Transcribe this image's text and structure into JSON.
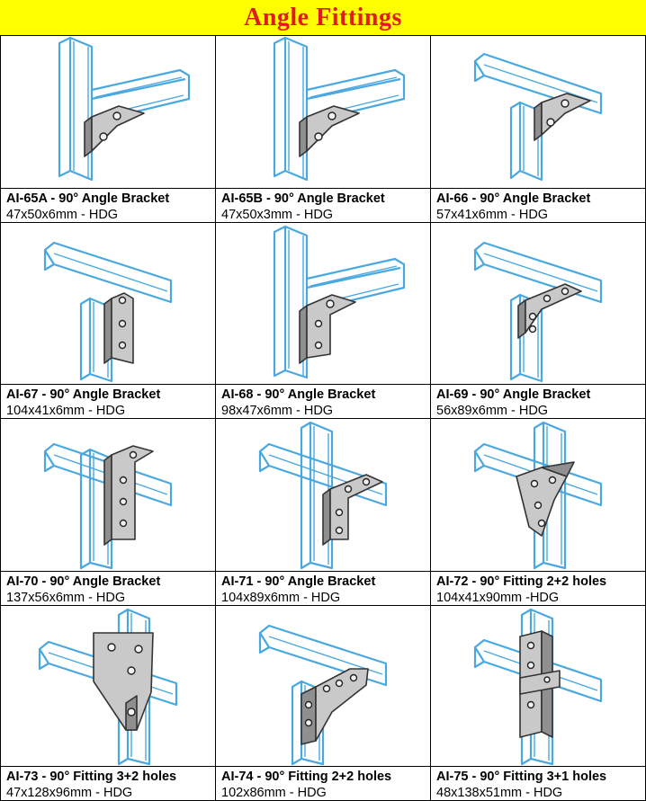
{
  "header": {
    "title": "Angle Fittings"
  },
  "items": [
    {
      "code": "AI-65A - 90° Angle Bracket",
      "size": "47x50x6mm - HDG"
    },
    {
      "code": "AI-65B - 90° Angle Bracket",
      "size": "47x50x3mm - HDG"
    },
    {
      "code": "AI-66 - 90° Angle Bracket",
      "size": "57x41x6mm - HDG"
    },
    {
      "code": "AI-67 - 90° Angle Bracket",
      "size": "104x41x6mm - HDG"
    },
    {
      "code": "AI-68 - 90° Angle Bracket",
      "size": "98x47x6mm - HDG"
    },
    {
      "code": "AI-69 - 90° Angle Bracket",
      "size": "56x89x6mm - HDG"
    },
    {
      "code": "AI-70 - 90° Angle Bracket",
      "size": "137x56x6mm - HDG"
    },
    {
      "code": "AI-71 - 90° Angle Bracket",
      "size": "104x89x6mm - HDG"
    },
    {
      "code": "AI-72 - 90° Fitting 2+2 holes",
      "size": "104x41x90mm -HDG"
    },
    {
      "code": "AI-73 - 90° Fitting 3+2 holes",
      "size": "47x128x96mm - HDG"
    },
    {
      "code": "AI-74 - 90° Fitting 2+2 holes",
      "size": "102x86mm - HDG"
    },
    {
      "code": "AI-75 - 90° Fitting 3+1 holes",
      "size": "48x138x51mm - HDG"
    }
  ],
  "colors": {
    "header_bg": "#ffff00",
    "title_text": "#e01b1b",
    "channel": "#4aa8e0",
    "bracket": "#c9c9c9"
  }
}
